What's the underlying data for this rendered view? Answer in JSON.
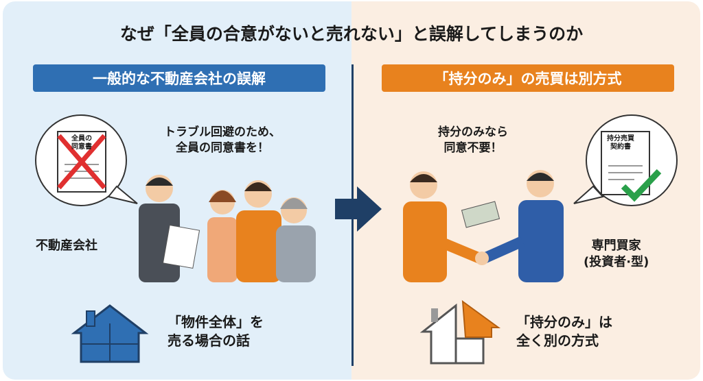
{
  "title": "なぜ「全員の合意がないと売れない」と誤解してしまうのか",
  "left": {
    "banner": "一般的な不動産会社の誤解",
    "document_label": [
      "全員の",
      "同意書"
    ],
    "speech": [
      "トラブル回避のため、",
      "全員の同意書を！"
    ],
    "agent_label": "不動産会社",
    "house_caption": [
      "「物件全体」を",
      "売る場合の話"
    ],
    "icons": [
      "crossed-document-icon",
      "puzzle-house-icon"
    ]
  },
  "right": {
    "banner": "「持分のみ」の売買は別方式",
    "document_label": [
      "持分売買",
      "契約書"
    ],
    "speech": [
      "持分のみなら",
      "同意不要！"
    ],
    "buyer_label": [
      "専門買家",
      "(投資者·型)"
    ],
    "house_caption": [
      "「持分のみ」は",
      "全く別の方式"
    ],
    "icons": [
      "checked-document-icon",
      "split-puzzle-house-icon"
    ]
  },
  "colors": {
    "blue": "#2f6fb3",
    "orange": "#e8821e",
    "red": "#e03030",
    "green": "#2aa04a",
    "navy": "#1f3f66"
  }
}
